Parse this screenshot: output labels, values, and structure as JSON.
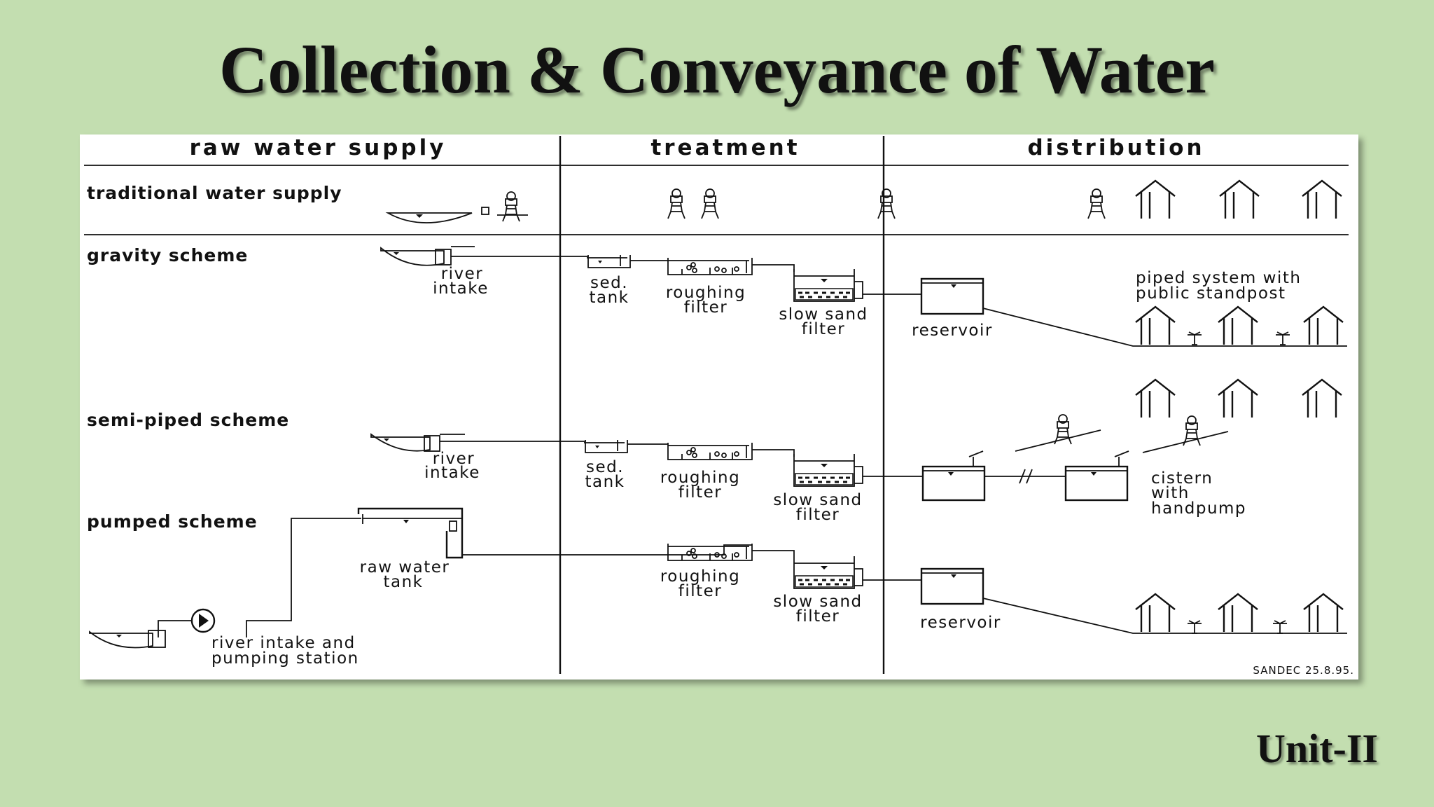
{
  "title": "Collection & Conveyance of Water",
  "unit_label": "Unit-II",
  "diagram": {
    "columns": {
      "raw": "raw water supply",
      "treatment": "treatment",
      "distribution": "distribution"
    },
    "rows": {
      "traditional": "traditional water supply",
      "gravity": "gravity scheme",
      "semi_piped": "semi-piped scheme",
      "pumped": "pumped scheme"
    },
    "labels": {
      "river": "river",
      "intake": "intake",
      "sed": "sed.",
      "tank": "tank",
      "roughing": "roughing",
      "filter": "filter",
      "slow_sand": "slow sand",
      "reservoir": "reservoir",
      "piped_1": "piped system with",
      "piped_2": "public standpost",
      "cistern": "cistern",
      "with": "with",
      "handpump": "handpump",
      "raw_water": "raw water",
      "pump_1": "river intake and",
      "pump_2": "pumping station"
    },
    "credit": "SANDEC 25.8.95."
  },
  "icons": [
    "house-icon",
    "person-icon",
    "tree-icon",
    "pump-icon",
    "tank-icon",
    "filter-icon"
  ]
}
